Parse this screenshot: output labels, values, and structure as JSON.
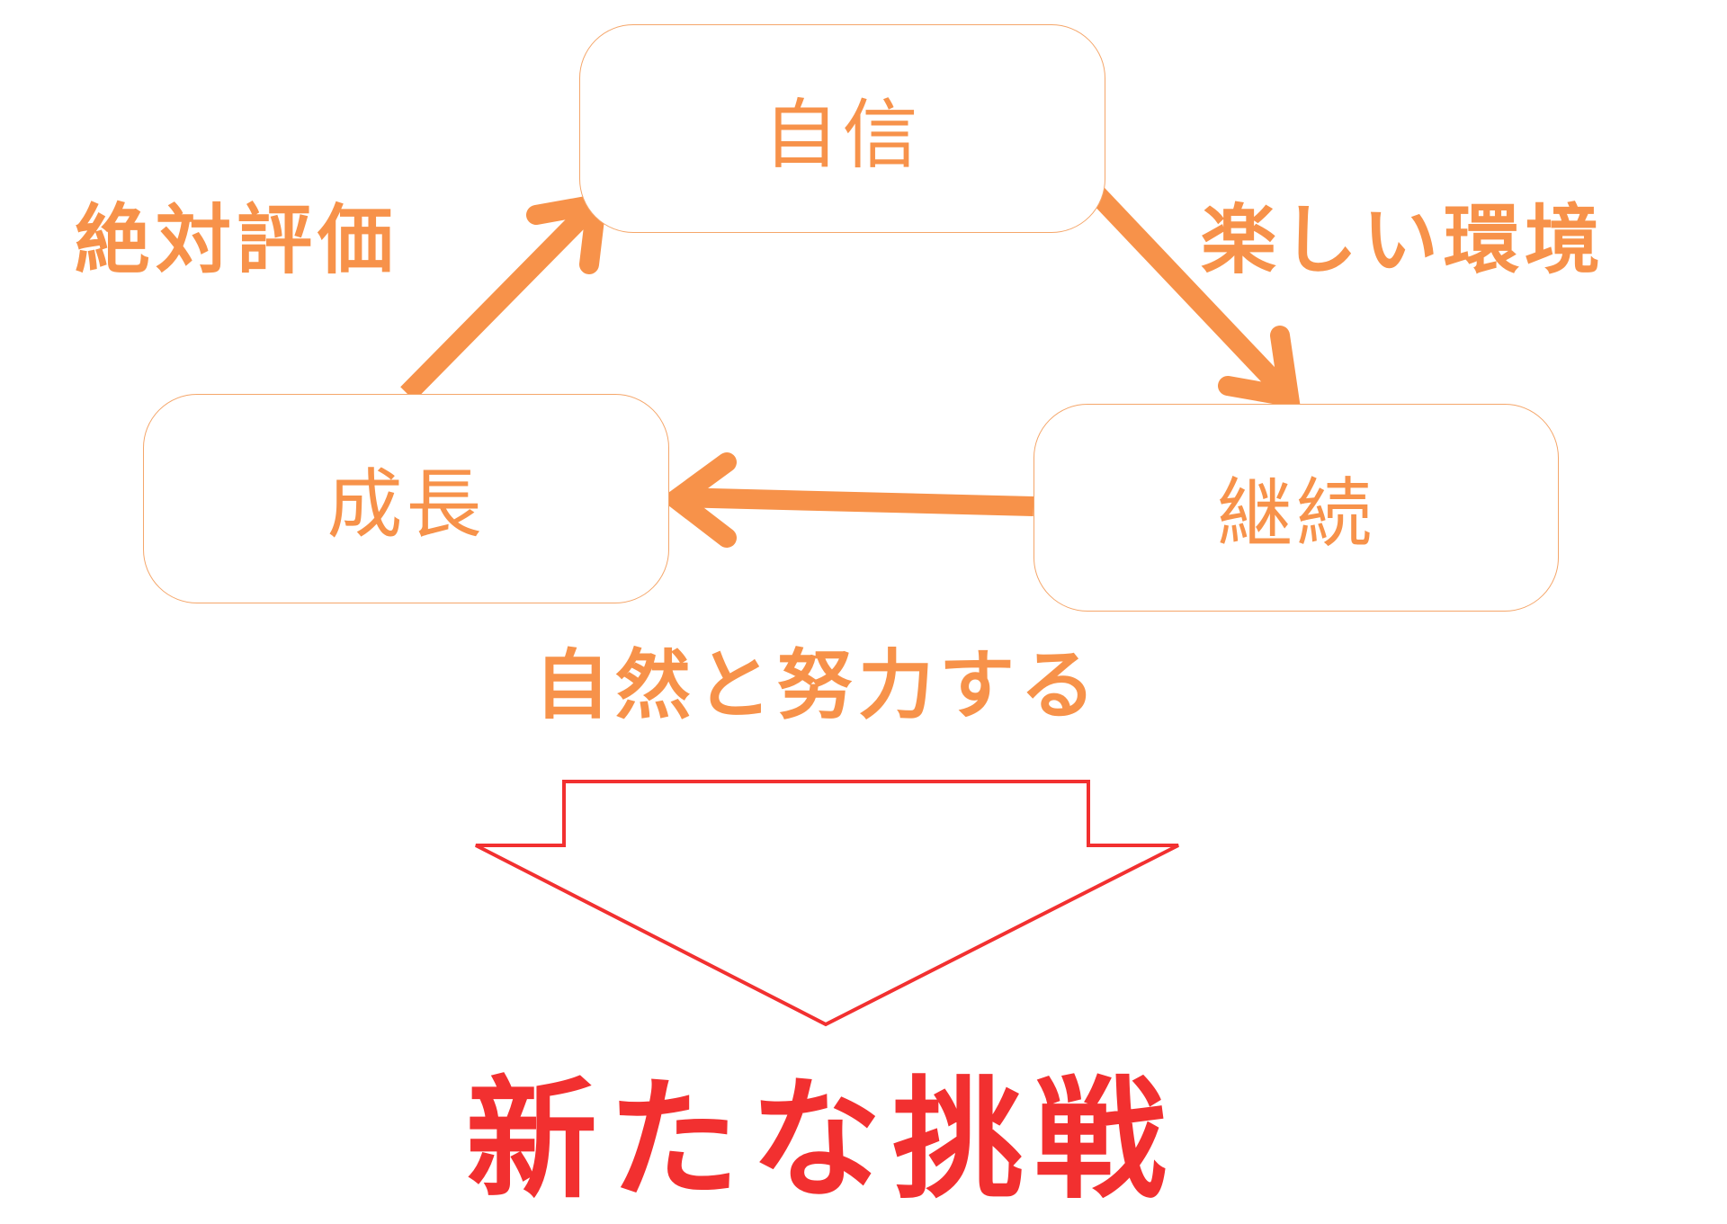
{
  "colors": {
    "orange": "#F7924A",
    "box_border": "#F5A66A",
    "red": "#F23030"
  },
  "nodes": {
    "confidence": "自信",
    "growth": "成長",
    "continuation": "継続"
  },
  "edges": {
    "growth_to_confidence": "絶対評価",
    "confidence_to_continuation": "楽しい環境",
    "continuation_to_growth": "自然と努力する"
  },
  "result": "新たな挑戦"
}
